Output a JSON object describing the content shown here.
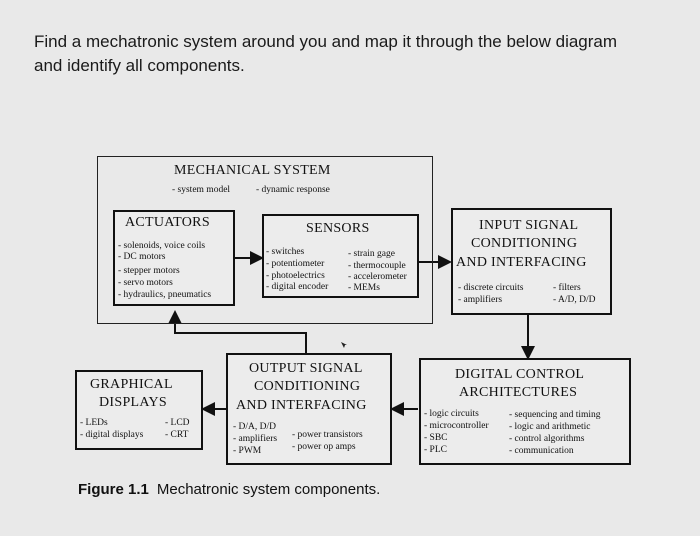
{
  "question": {
    "line1": "Find a mechatronic system around you and map it through the below diagram",
    "line2": "and identify all components."
  },
  "mechanical": {
    "title": "MECHANICAL SYSTEM",
    "items": [
      "- system model",
      "- dynamic response"
    ]
  },
  "actuators": {
    "title": "ACTUATORS",
    "items": [
      "- solenoids, voice coils",
      "- DC motors",
      "- stepper motors",
      "- servo motors",
      "- hydraulics, pneumatics"
    ]
  },
  "sensors": {
    "title": "SENSORS",
    "col1": [
      "- switches",
      "- potentiometer",
      "- photoelectrics",
      "- digital encoder"
    ],
    "col2": [
      "- strain gage",
      "- thermocouple",
      "- accelerometer",
      "- MEMs"
    ]
  },
  "input": {
    "title_lines": [
      "INPUT SIGNAL",
      "CONDITIONING",
      "AND INTERFACING"
    ],
    "col1": [
      "- discrete circuits",
      "- amplifiers"
    ],
    "col2": [
      "- filters",
      "- A/D, D/D"
    ]
  },
  "output": {
    "title_lines": [
      "OUTPUT SIGNAL",
      "CONDITIONING",
      "AND INTERFACING"
    ],
    "col1": [
      "- D/A, D/D",
      "- amplifiers",
      "- PWM"
    ],
    "col2": [
      "- power transistors",
      "- power op amps"
    ]
  },
  "graphical": {
    "title_lines": [
      "GRAPHICAL",
      "DISPLAYS"
    ],
    "col1": [
      "- LEDs",
      "- digital displays"
    ],
    "col2": [
      "- LCD",
      "- CRT"
    ]
  },
  "digital": {
    "title_lines": [
      "DIGITAL CONTROL",
      "ARCHITECTURES"
    ],
    "col1": [
      "- logic circuits",
      "- microcontroller",
      "- SBC",
      "- PLC"
    ],
    "col2": [
      "- sequencing and timing",
      "- logic and arithmetic",
      "- control algorithms",
      "- communication"
    ]
  },
  "caption": {
    "figure": "Figure 1.1",
    "text": "Mechatronic system components."
  }
}
